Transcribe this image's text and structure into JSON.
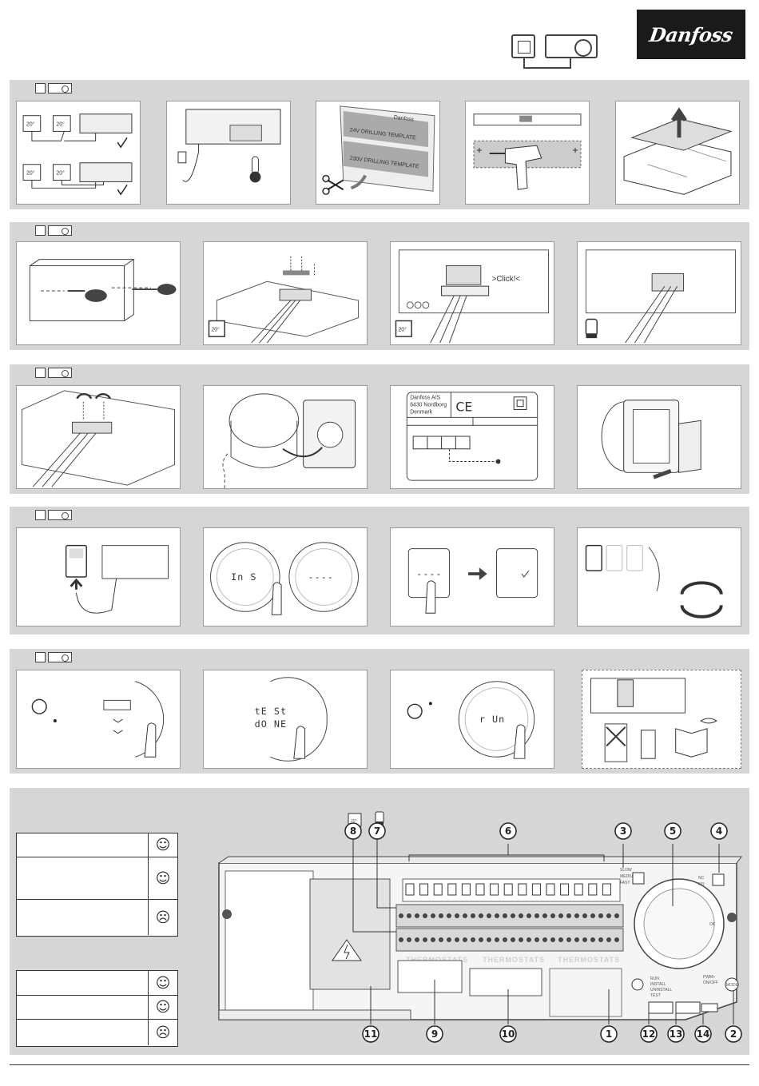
{
  "brand": {
    "name": "Danfoss"
  },
  "step1": {
    "thermostat_label": "20°",
    "template_24v": "24V DRILLING TEMPLATE",
    "template_230v": "230V DRILLING TEMPLATE",
    "template_brand": "Danfoss"
  },
  "step2": {
    "thermostat_label": "20°",
    "click_label": ">Click!<"
  },
  "step3": {
    "label_company": "Danfoss A/S",
    "label_city": "6430 Nordborg",
    "label_country": "Denmark",
    "ce_mark": "CE"
  },
  "step4": {
    "display_ins": "In S",
    "display_lines": "----",
    "display_dashes": "----"
  },
  "step5": {
    "display_test": "tE St",
    "display_done": "dO NE",
    "display_run": "r Un"
  },
  "overview": {
    "thermostat_label": "20°",
    "callouts": [
      "1",
      "2",
      "3",
      "4",
      "5",
      "6",
      "7",
      "8",
      "9",
      "10",
      "11",
      "12",
      "13",
      "14"
    ],
    "speed_labels": [
      "SLOW",
      "MEDIUM",
      "FAST"
    ],
    "nc_no_labels": [
      "NC",
      "NO"
    ],
    "mode_labels": [
      "RUN",
      "INSTALL",
      "UNINSTALL",
      "TEST"
    ],
    "pwm_labels": [
      "PWM+",
      "ON/OFF"
    ],
    "thermostat_text": "THERMOSTATS",
    "ok_label": "OK",
    "mode_button": "MODE"
  },
  "legend": {
    "table_a_faces": [
      "☺",
      "☺",
      "☹"
    ],
    "table_b_faces": [
      "☺",
      "☺",
      "☹"
    ]
  }
}
